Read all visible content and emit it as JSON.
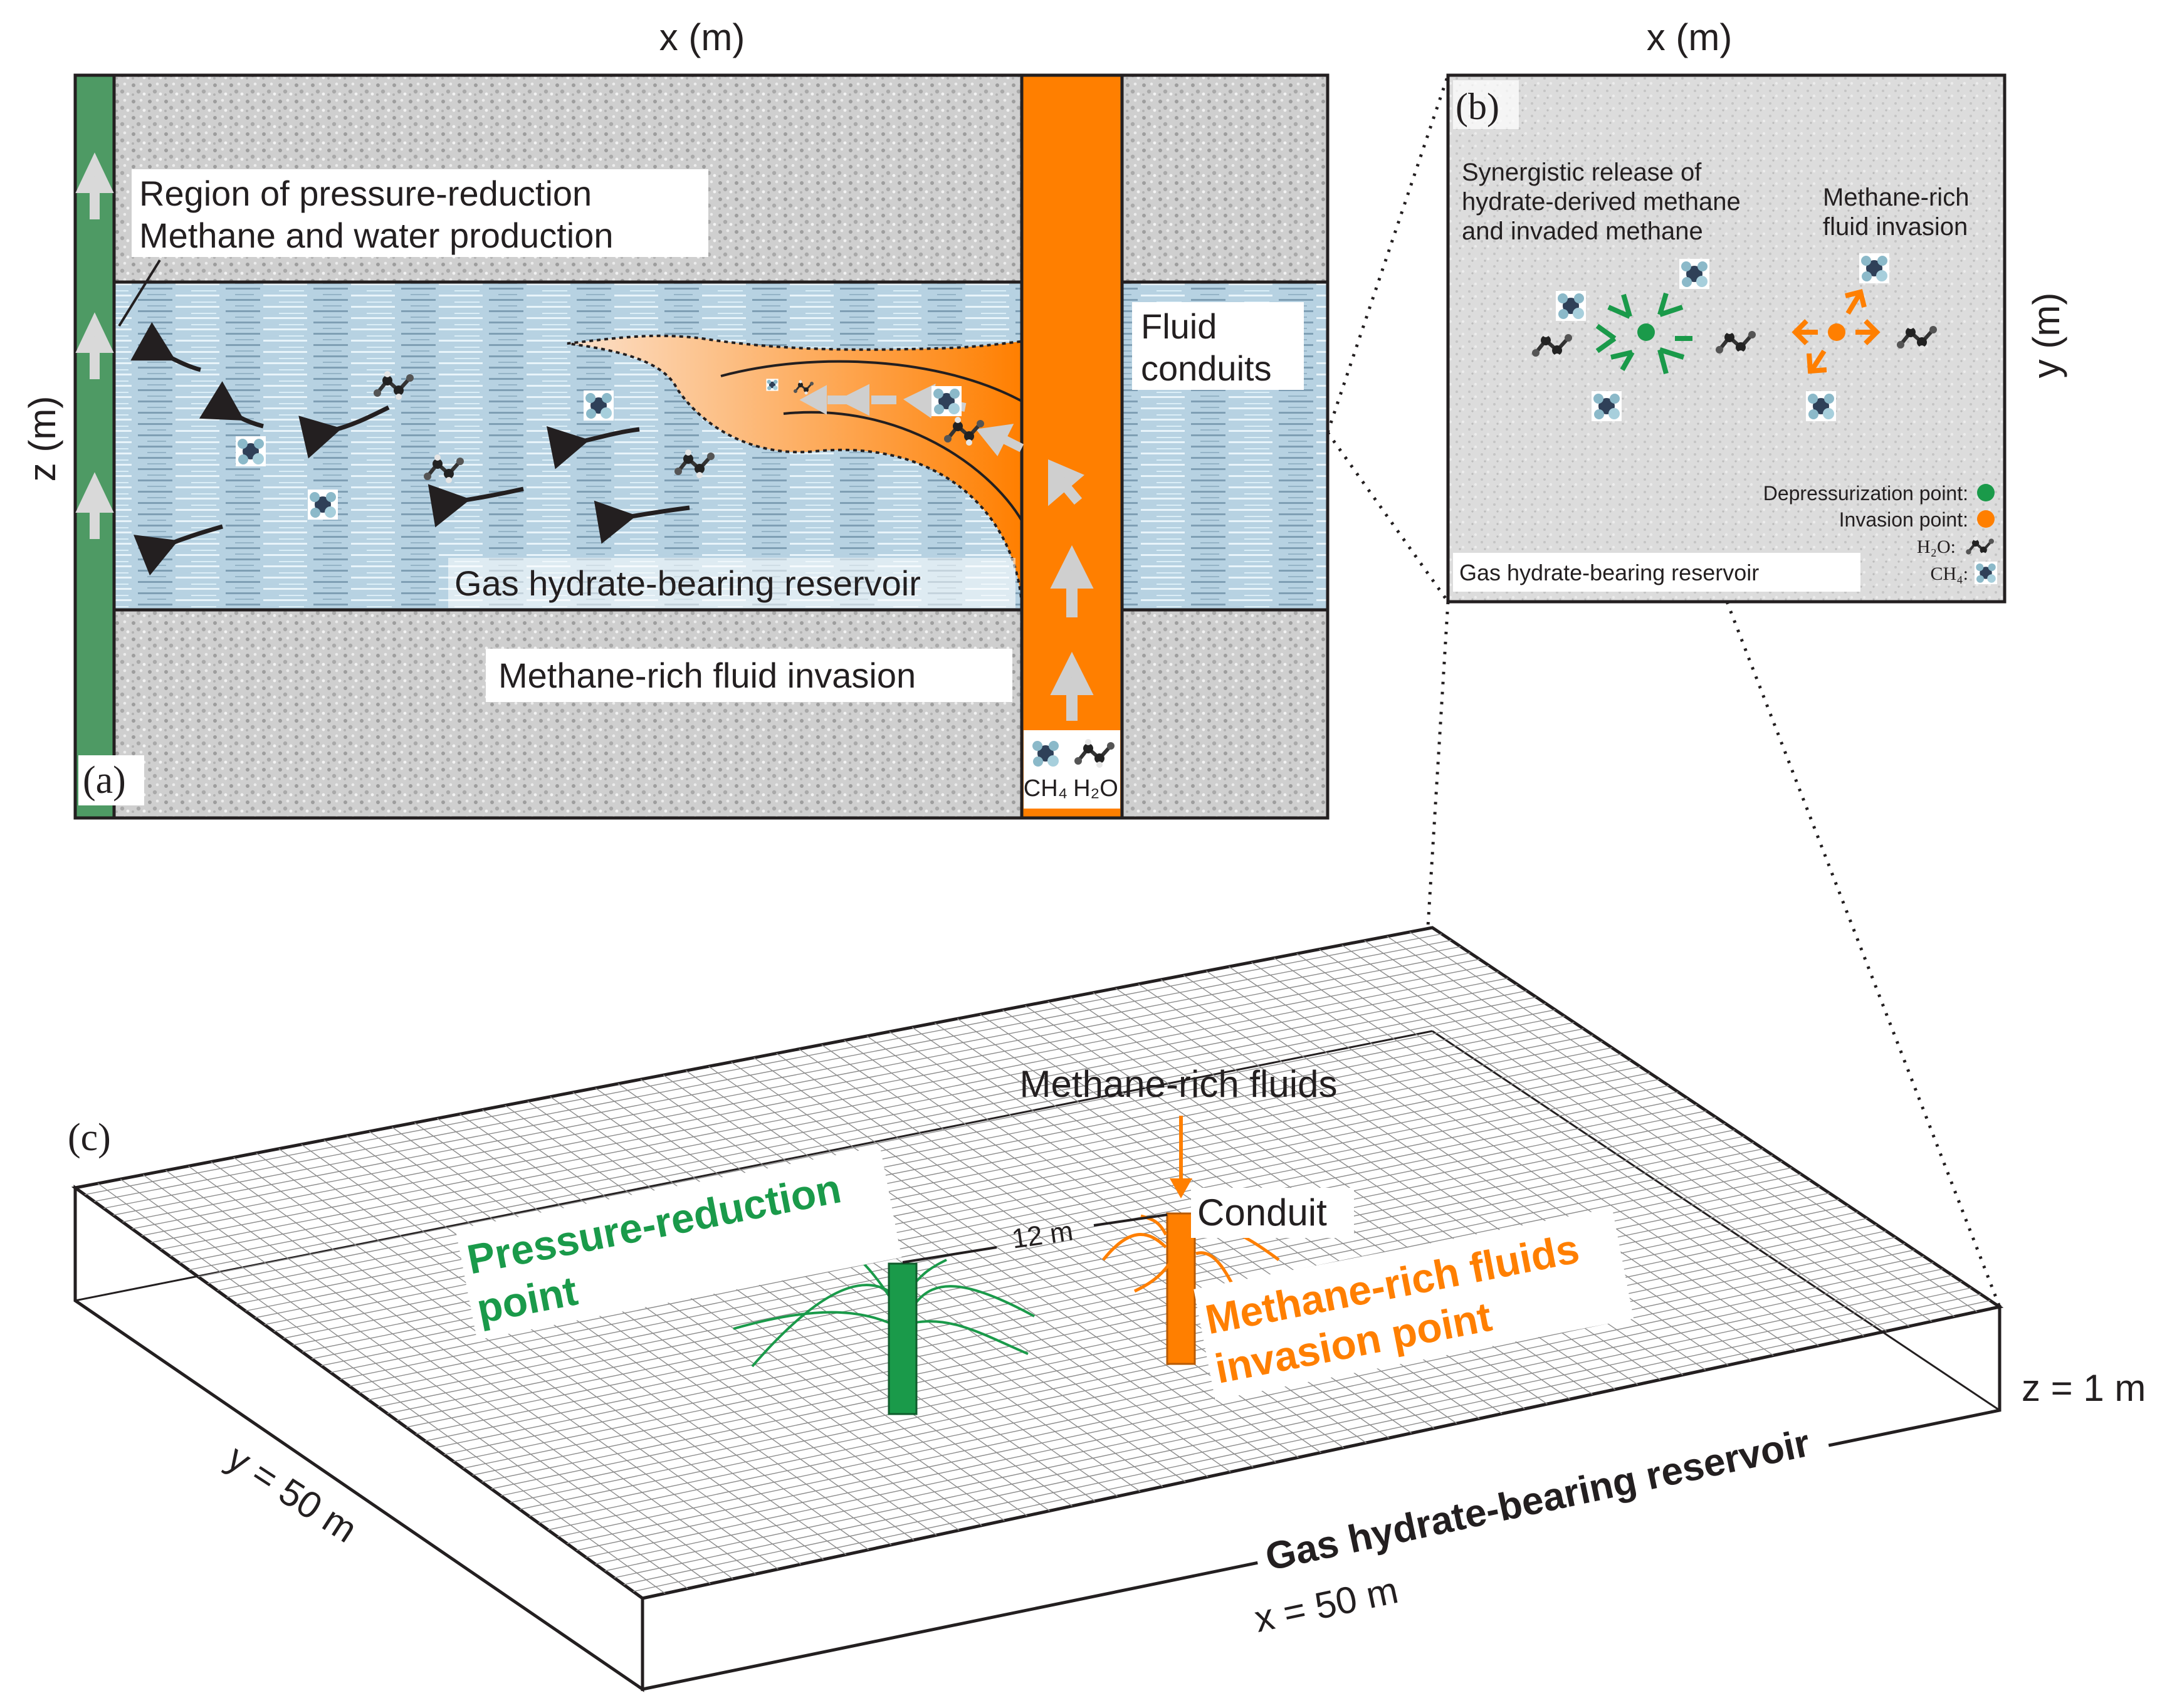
{
  "panel_a": {
    "tag": "(a)",
    "axis_x": "x (m)",
    "axis_z": "z (m)",
    "pressure_line1": "Region of pressure-reduction",
    "pressure_line2": "Methane and water production",
    "fluid_line1": "Fluid",
    "fluid_line2": "conduits",
    "reservoir_label": "Gas hydrate-bearing reservoir",
    "invasion_label": "Methane-rich fluid invasion",
    "ch4_label": "CH₄",
    "h2o_label": "H₂O"
  },
  "panel_b": {
    "tag": "(b)",
    "axis_x": "x (m)",
    "axis_y": "y (m)",
    "synergy_line1": "Synergistic release of",
    "synergy_line2": "hydrate-derived methane",
    "synergy_line3": "and invaded methane",
    "invasion_line1": "Methane-rich",
    "invasion_line2": "fluid invasion",
    "legend_depress": "Depressurization point:",
    "legend_invasion": "Invasion point:",
    "legend_h2o": "H₂O:",
    "legend_ch4": "CH₄:",
    "reservoir_label": "Gas hydrate-bearing reservoir"
  },
  "panel_c": {
    "tag": "(c)",
    "fluids_label": "Methane-rich fluids",
    "conduit_label": "Conduit",
    "distance_label": "12 m",
    "pressure_line1": "Pressure-reduction",
    "pressure_line2": "point",
    "invasion_line1": "Methane-rich fluids",
    "invasion_line2": "invasion point",
    "reservoir_label": "Gas hydrate-bearing reservoir",
    "dim_x": "x = 50 m",
    "dim_y": "y = 50 m",
    "dim_z": "z = 1 m"
  },
  "colors": {
    "green": "#1a9a4a",
    "orange": "#ff7f00",
    "rock": "#c9c9c9",
    "reservoir": "#b7d2e2",
    "text": "#231f20"
  },
  "icons": [
    "ch4-molecule-icon",
    "h2o-molecule-icon",
    "flow-arrow-icon"
  ]
}
